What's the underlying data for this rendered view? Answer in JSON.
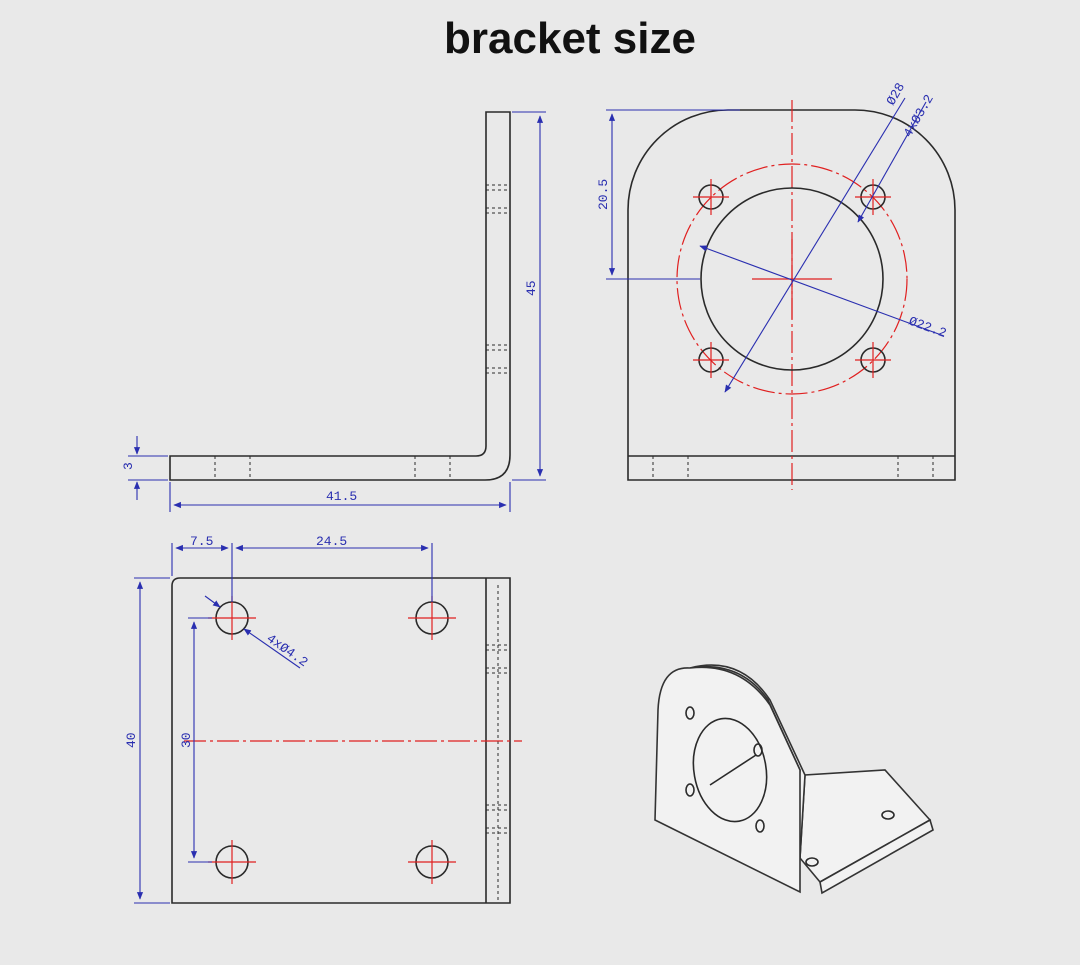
{
  "title": "bracket size",
  "dimensions": {
    "side_height": "45",
    "side_thickness": "3",
    "side_length": "41.5",
    "front_height": "20.5",
    "front_bolt_circle": "Ø28",
    "front_holes": "4xØ3.2",
    "front_bore": "Ø22.2",
    "top_offset": "7.5",
    "top_spacing_x": "24.5",
    "top_holes": "4xØ4.2",
    "top_depth": "40",
    "top_spacing_y": "30"
  },
  "colors": {
    "outline": "#2a2a2a",
    "dimension": "#2a2fb0",
    "centerline": "#e02020",
    "background": "#e9e9e9"
  }
}
